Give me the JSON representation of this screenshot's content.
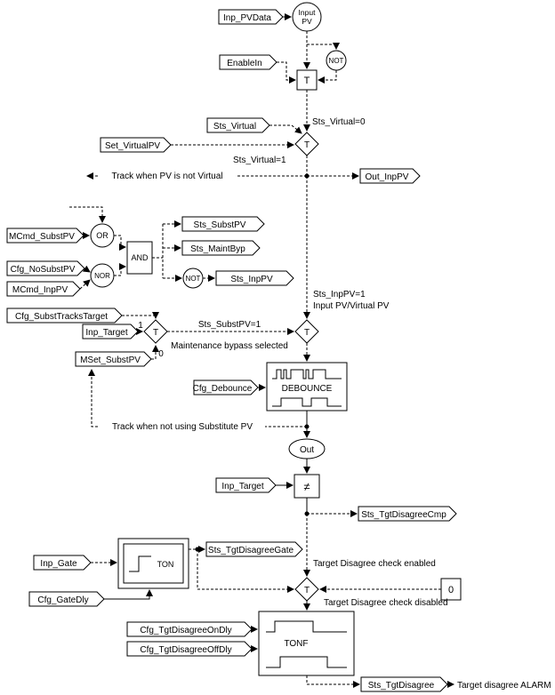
{
  "diagram": {
    "tags": {
      "inp_pvdata": "Inp_PVData",
      "enablein": "EnableIn",
      "sts_virtual": "Sts_Virtual",
      "set_virtualpv": "Set_VirtualPV",
      "out_inppv": "Out_InpPV",
      "mcmd_substpv": "MCmd_SubstPV",
      "cfg_nosubstpv": "Cfg_NoSubstPV",
      "mcmd_inppv": "MCmd_InpPV",
      "sts_substpv": "Sts_SubstPV",
      "sts_maintbyp": "Sts_MaintByp",
      "sts_inppv": "Sts_InpPV",
      "cfg_substtrackstarget": "Cfg_SubstTracksTarget",
      "inp_target": "Inp_Target",
      "mset_substpv": "MSet_SubstPV",
      "cfg_debounce": "Cfg_Debounce",
      "sts_tgtdisagreecmp": "Sts_TgtDisagreeCmp",
      "inp_gate": "Inp_Gate",
      "cfg_gatedly": "Cfg_GateDly",
      "sts_tgtdisagreegate": "Sts_TgtDisagreeGate",
      "cfg_tgtdisagreeondly": "Cfg_TgtDisagreeOnDly",
      "cfg_tgtdisagreeoffdly": "Cfg_TgtDisagreeOffDly",
      "sts_tgtdisagree": "Sts_TgtDisagree"
    },
    "blocks": {
      "input_pv_top": "Input",
      "input_pv_bottom": "PV",
      "not": "NOT",
      "t": "T",
      "or": "OR",
      "nor": "NOR",
      "and": "AND",
      "debounce": "DEBOUNCE",
      "out": "Out",
      "not_equal": "≠",
      "ton": "TON",
      "tonf": "TONF",
      "zero": "0"
    },
    "annotations": {
      "sts_virtual_eq0": "Sts_Virtual=0",
      "sts_virtual_eq1": "Sts_Virtual=1",
      "track_pv_not_virtual": "Track when PV is not Virtual",
      "sts_inppv_eq1": "Sts_InpPV=1",
      "input_pv_virtual_pv": "Input PV/Virtual PV",
      "sts_substpv_eq1": "Sts_SubstPV=1",
      "maintenance_bypass": "Maintenance bypass selected",
      "one": "1",
      "zero": "0",
      "track_not_substitute": "Track when not using Substitute PV",
      "tgt_check_enabled": "Target Disagree check enabled",
      "tgt_check_disabled": "Target Disagree check disabled",
      "tgt_alarm": "Target disagree ALARM"
    },
    "colors": {
      "line": "#000000",
      "background": "#ffffff"
    }
  }
}
